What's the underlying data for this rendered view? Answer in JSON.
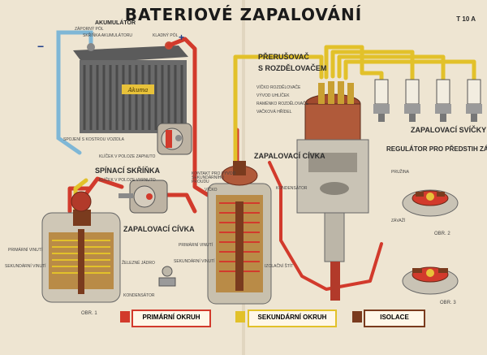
{
  "poster": {
    "title": "BATERIOVÉ ZAPALOVÁNÍ",
    "code": "T 10 A"
  },
  "labels": {
    "akumulator": "AKUMULÁTOR",
    "zaporny_pol": "ZÁPORNÝ PÓL",
    "skrinka_akumulatoru": "SKŘÍŇKA AKUMULÁTORU",
    "kladny_pol": "KLADNÝ PÓL",
    "plus": "+",
    "minus": "−",
    "battery_brand": "Akuma",
    "spojeni_s_kostrou": "SPOJENÍ S KOSTROU VOZIDLA",
    "klic_v_poloze_zapnuto": "KLÍČEK V POLOZE ZAPNUTO",
    "spinaci_skrinka": "SPÍNACÍ SKŘÍŇKA",
    "klic_v_poloze_vypnuto": "KLÍČEK V POLOZE VYPNUTO",
    "prerusovac": "PŘERUŠOVAČ",
    "s_rozdelovacem": "S ROZDĚLOVAČEM",
    "kontakt_pro_vyvod": "KONTAKT PRO VÝVOD SEKUNDÁRNÍHO PROUDU",
    "vicko": "VÍČKO",
    "zapalovaci_civka_mid": "ZAPALOVACÍ CÍVKA",
    "zapalovaci_civka_left": "ZAPALOVACÍ CÍVKA",
    "primarni_vinuti": "PRIMÁRNÍ VINUTÍ",
    "sekundarni_vinuti": "SEKUNDÁRNÍ VINUTÍ",
    "zelezne_jadro": "ŽELEZNÉ JÁDRO",
    "izolacni_stit": "IZOLAČNÍ ŠTÍT",
    "kondensator": "KONDENSÁTOR",
    "kondensator_mid": "KONDENSÁTOR",
    "zapalovaci_svicky": "ZAPALOVACÍ SVÍČKY",
    "regulator": "REGULÁTOR PRO PŘEDSTIH ZÁŽEHU",
    "obr1": "Obr. 1",
    "obr2": "Obr. 2",
    "obr3": "Obr. 3",
    "vicko_rozdelovace": "VÍČKO ROZDĚLOVAČE",
    "vyvod_uhlicek": "VÝVOD UHLÍČEK",
    "rameneko_rozdelovace": "RAMÉNKO ROZDĚLOVAČE",
    "vackova_hridel": "VAČKOVÁ HŘÍDEL",
    "pruzina": "PRUŽINA",
    "zavazi": "ZÁVAŽÍ"
  },
  "legend": {
    "primarni": "PRIMÁRNÍ OKRUH",
    "sekundarni": "SEKUNDÁRNÍ OKRUH",
    "isolace": "ISOLACE"
  },
  "colors": {
    "primary_circuit": "#d23a2c",
    "secondary_circuit": "#e2c12a",
    "insulation": "#7a3b1e",
    "ground": "#7fb7d6"
  }
}
